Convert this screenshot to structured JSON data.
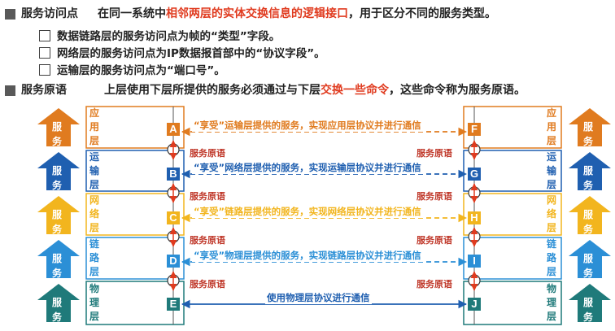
{
  "header": {
    "sap_title": "服务访问点",
    "sap_desc_prefix": "在同一系统中",
    "sap_desc_highlight": "相邻两层的实体交换信息的逻辑接口",
    "sap_desc_suffix": "，用于区分不同的服务类型。",
    "items": [
      "数据链路层的服务访问点为帧的“类型”字段。",
      "网络层的服务访问点为IP数据报首部中的“协议字段”。",
      "运输层的服务访问点为“端口号”。"
    ],
    "prim_title": "服务原语",
    "prim_desc_prefix": "上层使用下层所提供的服务必须通过与下层",
    "prim_desc_highlight": "交换一些命令",
    "prim_desc_suffix": "，这些命令称为服务原语。"
  },
  "colors": {
    "orange": "#e07b1f",
    "blue": "#1f5fb0",
    "yellow": "#f2b51e",
    "lightblue": "#2b8fd6",
    "teal": "#1f7a7a",
    "red": "#e03b1f"
  },
  "diagram": {
    "layers": [
      {
        "name": "应用层",
        "chars": [
          "应",
          "用",
          "层"
        ],
        "left_label": "A",
        "right_label": "F",
        "color": "#e07b1f",
        "comm": "“享受”运输层提供的服务，实现应用层协议并进行通信",
        "comm_color": "#e07b1f"
      },
      {
        "name": "运输层",
        "chars": [
          "运",
          "输",
          "层"
        ],
        "left_label": "B",
        "right_label": "G",
        "color": "#1f5fb0",
        "comm": "“享受”网络层提供的服务，实现运输层协议并进行通信",
        "comm_color": "#1f5fb0"
      },
      {
        "name": "网络层",
        "chars": [
          "网",
          "络",
          "层"
        ],
        "left_label": "C",
        "right_label": "H",
        "color": "#f2b51e",
        "comm": "“享受”链路层提供的服务，实现网络层协议并进行通信",
        "comm_color": "#f2b51e"
      },
      {
        "name": "链路层",
        "chars": [
          "链",
          "路",
          "层"
        ],
        "left_label": "D",
        "right_label": "I",
        "color": "#2b8fd6",
        "comm": "“享受”物理层提供的服务，实现链路层协议并进行通信",
        "comm_color": "#2b8fd6"
      },
      {
        "name": "物理层",
        "chars": [
          "物",
          "理",
          "层"
        ],
        "left_label": "E",
        "right_label": "J",
        "color": "#1f7a7a",
        "comm": "使用物理层协议进行通信",
        "comm_color": "#1f5fb0"
      }
    ],
    "primitive_label": "服务原语",
    "service_chars": [
      "服",
      "务"
    ]
  }
}
